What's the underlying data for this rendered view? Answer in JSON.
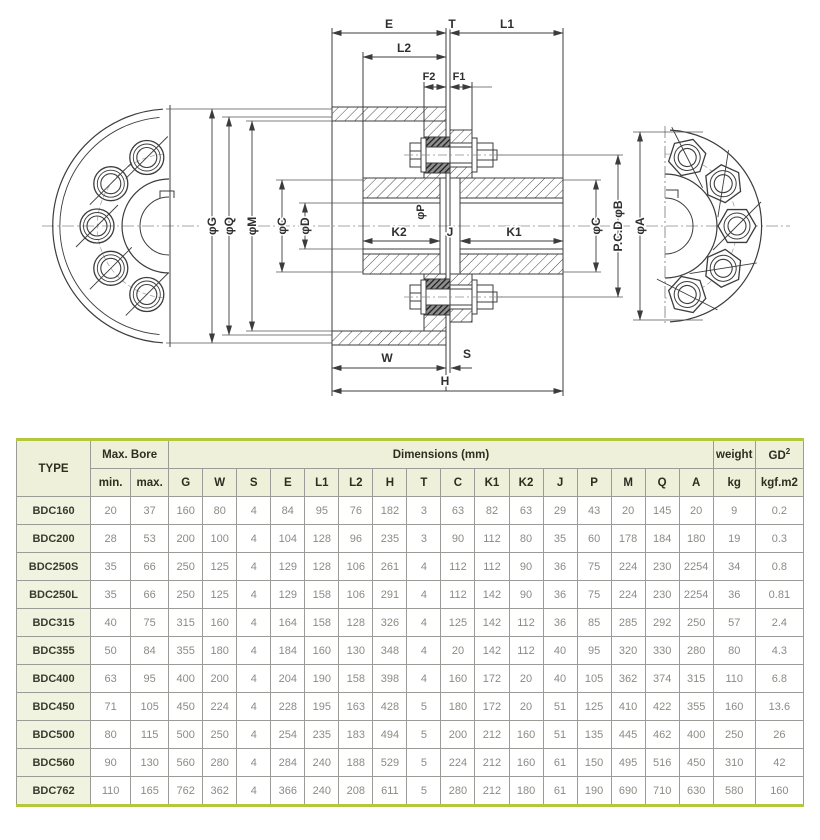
{
  "drawing": {
    "labels": {
      "e": "E",
      "t": "T",
      "l1": "L1",
      "l2": "L2",
      "f2": "F2",
      "f1": "F1",
      "phi_g": "φG",
      "phi_q": "φQ",
      "phi_m": "φM",
      "phi_c_left": "φC",
      "phi_d": "φD",
      "phi_p": "φP",
      "k2": "K2",
      "j": "J",
      "k1": "K1",
      "phi_c_right": "φC",
      "pcd_phi_b": "P.C.D φB",
      "phi_a": "φA",
      "w": "W",
      "s": "S",
      "h": "H"
    }
  },
  "colors": {
    "accent_green": "#b5c73c",
    "header_bg": "#eef0da",
    "type_cell_bg": "#f1f3e1"
  },
  "table": {
    "header": {
      "type": "TYPE",
      "max_bore": "Max. Bore",
      "dimensions": "Dimensions (mm)",
      "weight": "weight",
      "gd2": "GD",
      "gd2_sup": "2",
      "sub": [
        "min.",
        "max.",
        "G",
        "W",
        "S",
        "E",
        "L1",
        "L2",
        "H",
        "T",
        "C",
        "K1",
        "K2",
        "J",
        "P",
        "M",
        "Q",
        "A",
        "kg",
        "kgf.m2"
      ]
    },
    "rows": [
      {
        "type": "BDC160",
        "values": [
          20,
          37,
          160,
          80,
          4,
          84,
          95,
          76,
          182,
          3,
          63,
          82,
          63,
          29,
          43,
          20,
          145,
          20,
          9,
          0.2
        ]
      },
      {
        "type": "BDC200",
        "values": [
          28,
          53,
          200,
          100,
          4,
          104,
          128,
          96,
          235,
          3,
          90,
          112,
          80,
          35,
          60,
          178,
          184,
          180,
          19,
          0.3
        ]
      },
      {
        "type": "BDC250S",
        "values": [
          35,
          66,
          250,
          125,
          4,
          129,
          128,
          106,
          261,
          4,
          112,
          112,
          90,
          36,
          75,
          224,
          230,
          2254,
          34,
          0.8
        ]
      },
      {
        "type": "BDC250L",
        "values": [
          35,
          66,
          250,
          125,
          4,
          129,
          158,
          106,
          291,
          4,
          112,
          142,
          90,
          36,
          75,
          224,
          230,
          2254,
          36,
          0.81
        ]
      },
      {
        "type": "BDC315",
        "values": [
          40,
          75,
          315,
          160,
          4,
          164,
          158,
          128,
          326,
          4,
          125,
          142,
          112,
          36,
          85,
          285,
          292,
          250,
          57,
          2.4
        ]
      },
      {
        "type": "BDC355",
        "values": [
          50,
          84,
          355,
          180,
          4,
          184,
          160,
          130,
          348,
          4,
          20,
          142,
          112,
          40,
          95,
          320,
          330,
          280,
          80,
          4.3
        ]
      },
      {
        "type": "BDC400",
        "values": [
          63,
          95,
          400,
          200,
          4,
          204,
          190,
          158,
          398,
          4,
          160,
          172,
          20,
          40,
          105,
          362,
          374,
          315,
          110,
          6.8
        ]
      },
      {
        "type": "BDC450",
        "values": [
          71,
          105,
          450,
          224,
          4,
          228,
          195,
          163,
          428,
          5,
          180,
          172,
          20,
          51,
          125,
          410,
          422,
          355,
          160,
          13.6
        ]
      },
      {
        "type": "BDC500",
        "values": [
          80,
          115,
          500,
          250,
          4,
          254,
          235,
          183,
          494,
          5,
          200,
          212,
          160,
          51,
          135,
          445,
          462,
          400,
          250,
          26
        ]
      },
      {
        "type": "BDC560",
        "values": [
          90,
          130,
          560,
          280,
          4,
          284,
          240,
          188,
          529,
          5,
          224,
          212,
          160,
          61,
          150,
          495,
          516,
          450,
          310,
          42
        ]
      },
      {
        "type": "BDC762",
        "values": [
          110,
          165,
          762,
          362,
          4,
          366,
          240,
          208,
          611,
          5,
          280,
          212,
          180,
          61,
          190,
          690,
          710,
          630,
          580,
          160
        ]
      }
    ]
  }
}
